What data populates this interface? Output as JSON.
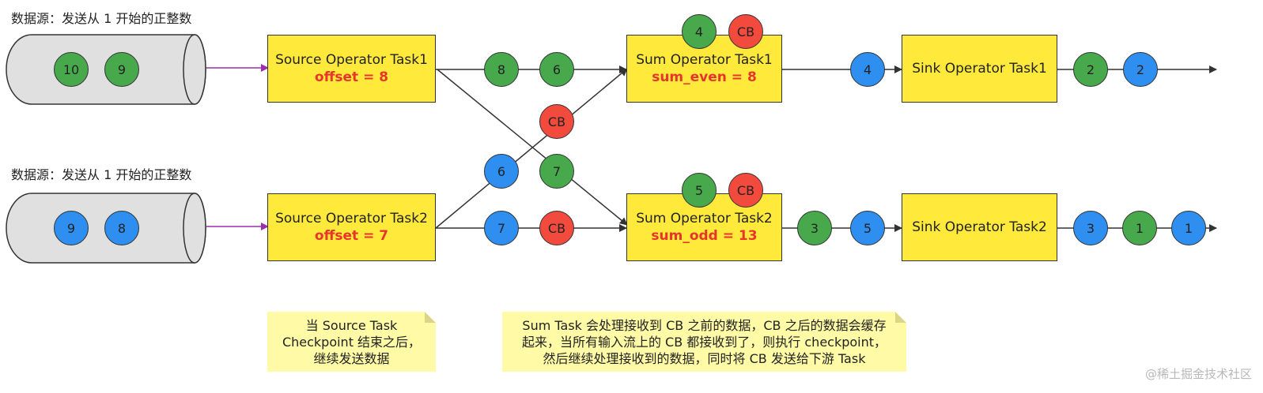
{
  "sources": [
    {
      "label": "数据源：发送从 1 开始的正整数",
      "items": [
        "10",
        "9"
      ]
    },
    {
      "label": "数据源：发送从 1 开始的正整数",
      "items": [
        "9",
        "8"
      ]
    }
  ],
  "source_tasks": [
    {
      "name": "Source Operator Task1",
      "var": "offset = 8"
    },
    {
      "name": "Source Operator Task2",
      "var": "offset = 7"
    }
  ],
  "sum_tasks": [
    {
      "name": "Sum Operator Task1",
      "var": "sum_even = 8"
    },
    {
      "name": "Sum Operator Task2",
      "var": "sum_odd = 13"
    }
  ],
  "sink_tasks": [
    {
      "name": "Sink Operator Task1"
    },
    {
      "name": "Sink Operator Task2"
    }
  ],
  "records": {
    "src1_to_sum1": [
      "8",
      "6"
    ],
    "cross_mid": [
      "CB",
      "6",
      "7"
    ],
    "src2_to_sum2": [
      "7",
      "CB"
    ],
    "sum1_buffer": [
      "4",
      "CB"
    ],
    "sum2_buffer": [
      "5",
      "CB"
    ],
    "sum1_to_sink1": [
      "4"
    ],
    "sum2_to_sink2": [
      "3",
      "5"
    ],
    "sink1_out": [
      "2",
      "2"
    ],
    "sink2_out": [
      "3",
      "1",
      "1"
    ]
  },
  "notes": {
    "source_note": [
      "当 Source Task",
      "Checkpoint 结束之后，",
      "继续发送数据"
    ],
    "sum_note": [
      "Sum Task 会处理接收到 CB 之前的数据，CB 之后的数据会缓存",
      "起来，当所有输入流上的 CB 都接收到了，则执行 checkpoint，",
      "然后继续处理接收到的数据，同时将 CB 发送给下游 Task"
    ]
  },
  "watermark": "@稀土掘金技术社区",
  "colors": {
    "green": "#48a94c",
    "blue": "#2e8ff0",
    "red": "#f24a3d",
    "box": "#ffe93b",
    "note": "#fffaa6",
    "source_arrow": "#9b2fae",
    "emphasis": "#e8352c"
  }
}
